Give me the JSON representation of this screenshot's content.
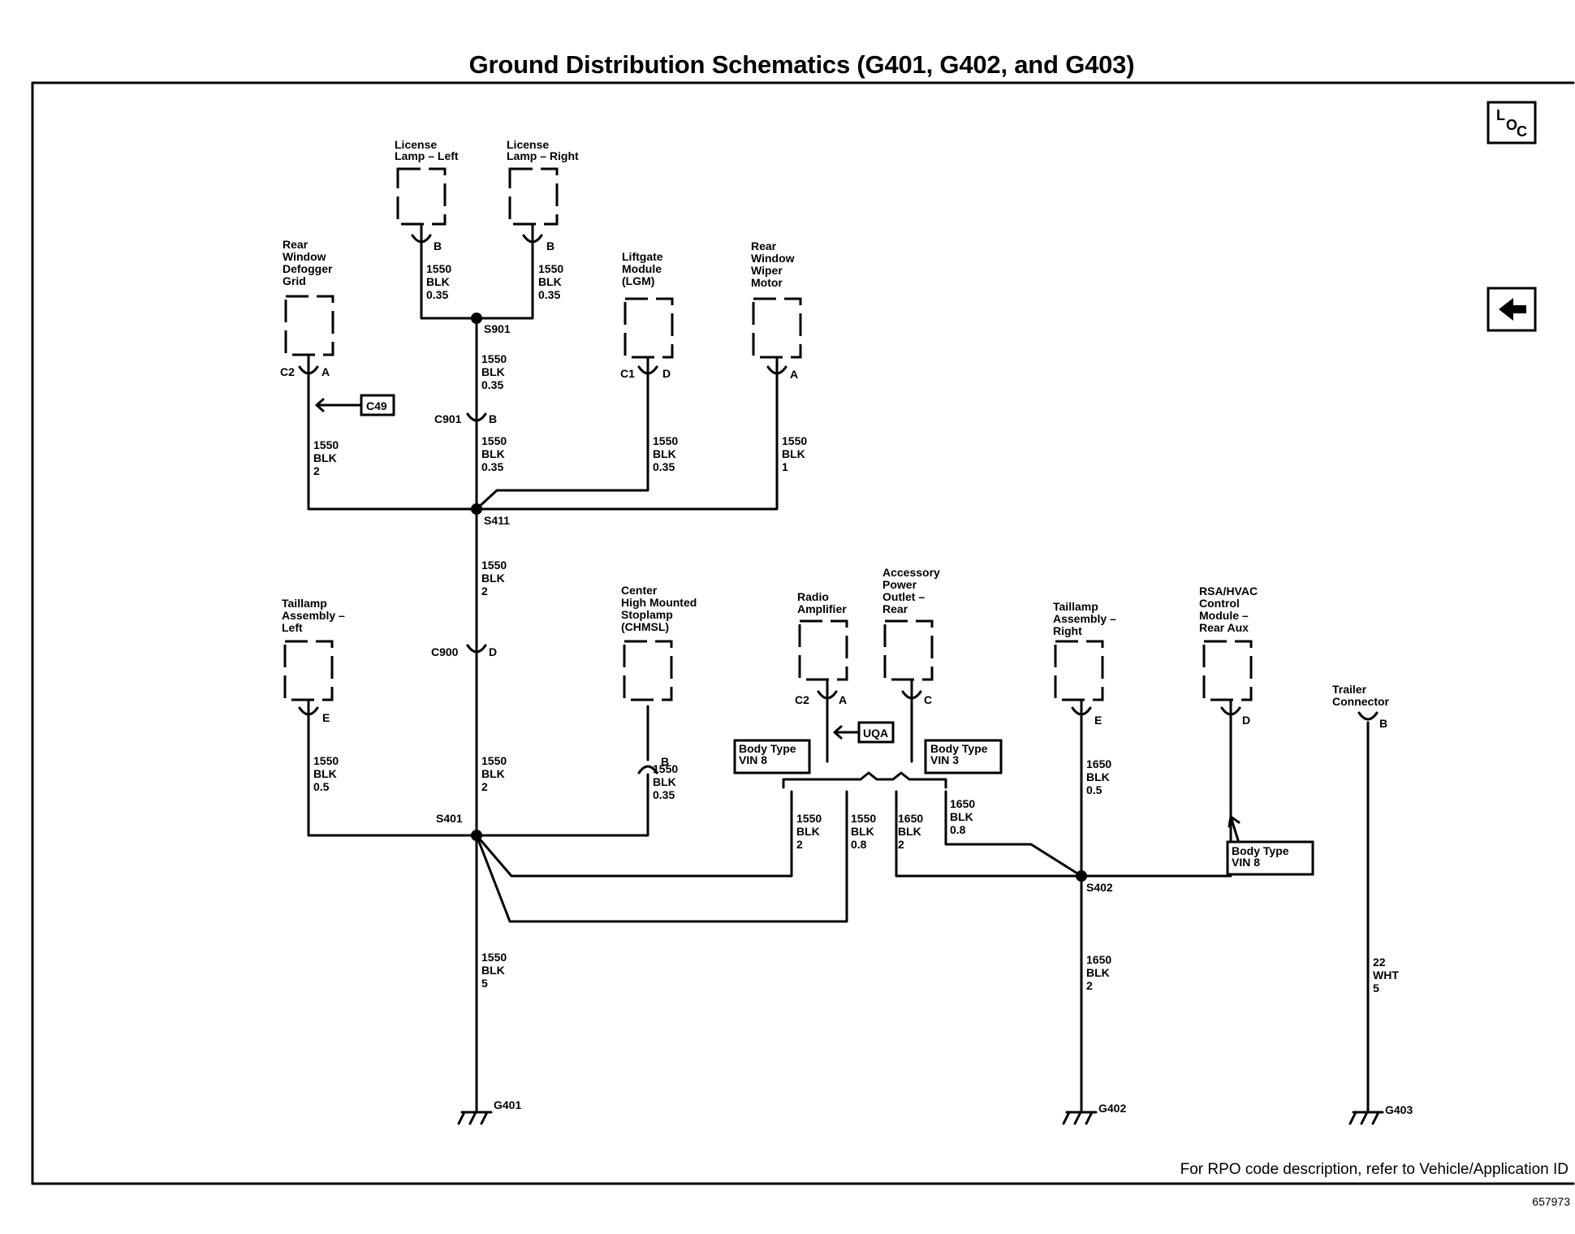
{
  "title": "Ground Distribution Schematics (G401, G402, and G403)",
  "footer_note": "For RPO code description, refer to Vehicle/Application ID",
  "figure_id": "657973",
  "nav": {
    "loc_label": "LOC",
    "back_icon": "left-arrow-icon"
  },
  "components": {
    "license_lamp_left": [
      "License",
      "Lamp – Left"
    ],
    "license_lamp_right": [
      "License",
      "Lamp – Right"
    ],
    "rear_window_defogger": [
      "Rear",
      "Window",
      "Defogger",
      "Grid"
    ],
    "liftgate_module": [
      "Liftgate",
      "Module",
      "(LGM)"
    ],
    "rear_wiper_motor": [
      "Rear",
      "Window",
      "Wiper",
      "Motor"
    ],
    "taillamp_left": [
      "Taillamp",
      "Assembly –",
      "Left"
    ],
    "chmsl": [
      "Center",
      "High Mounted",
      "Stoplamp",
      "(CHMSL)"
    ],
    "radio_amplifier": [
      "Radio",
      "Amplifier"
    ],
    "accessory_outlet": [
      "Accessory",
      "Power",
      "Outlet –",
      "Rear"
    ],
    "taillamp_right": [
      "Taillamp",
      "Assembly –",
      "Right"
    ],
    "rsa_hvac": [
      "RSA/HVAC",
      "Control",
      "Module –",
      "Rear Aux"
    ],
    "trailer_connector": [
      "Trailer",
      "Connector"
    ]
  },
  "wires": {
    "lic_left": [
      "1550",
      "BLK",
      "0.35"
    ],
    "lic_right": [
      "1550",
      "BLK",
      "0.35"
    ],
    "s901_c901": [
      "1550",
      "BLK",
      "0.35"
    ],
    "defogger": [
      "1550",
      "BLK",
      "2"
    ],
    "c901_s411": [
      "1550",
      "BLK",
      "0.35"
    ],
    "lgm": [
      "1550",
      "BLK",
      "0.35"
    ],
    "wiper": [
      "1550",
      "BLK",
      "1"
    ],
    "s411_c900": [
      "1550",
      "BLK",
      "2"
    ],
    "taillamp_left": [
      "1550",
      "BLK",
      "0.5"
    ],
    "c900_s401": [
      "1550",
      "BLK",
      "2"
    ],
    "chmsl": [
      "1550",
      "BLK",
      "0.35"
    ],
    "amp_a": [
      "1550",
      "BLK",
      "2"
    ],
    "amp_b": [
      "1550",
      "BLK",
      "0.8"
    ],
    "out_a": [
      "1650",
      "BLK",
      "2"
    ],
    "out_b": [
      "1650",
      "BLK",
      "0.8"
    ],
    "taillamp_right": [
      "1650",
      "BLK",
      "0.5"
    ],
    "s401_g401": [
      "1550",
      "BLK",
      "5"
    ],
    "s402_g402": [
      "1650",
      "BLK",
      "2"
    ],
    "trailer": [
      "22",
      "WHT",
      "5"
    ]
  },
  "splices": {
    "s901": "S901",
    "s411": "S411",
    "s401": "S401",
    "s402": "S402"
  },
  "grounds": {
    "g401": "G401",
    "g402": "G402",
    "g403": "G403"
  },
  "connectors": {
    "c901": "C901",
    "c900": "C900",
    "c2_defogger": "C2",
    "c1_lgm": "C1",
    "c2_amp": "C2"
  },
  "pins": {
    "lic_left": "B",
    "lic_right": "B",
    "defogger": "A",
    "lgm": "D",
    "wiper": "A",
    "c901": "B",
    "c900": "D",
    "taillamp_left": "E",
    "chmsl": "B",
    "amp": "A",
    "outlet": "C",
    "taillamp_right": "E",
    "rsa": "D",
    "trailer": "B"
  },
  "refs": {
    "c49": "C49",
    "uqa": "UQA"
  },
  "options": {
    "body_vin8_amp": [
      "Body Type",
      "VIN 8"
    ],
    "body_vin3": [
      "Body Type",
      "VIN 3"
    ],
    "body_vin8_rsa": [
      "Body Type",
      "VIN 8"
    ]
  }
}
